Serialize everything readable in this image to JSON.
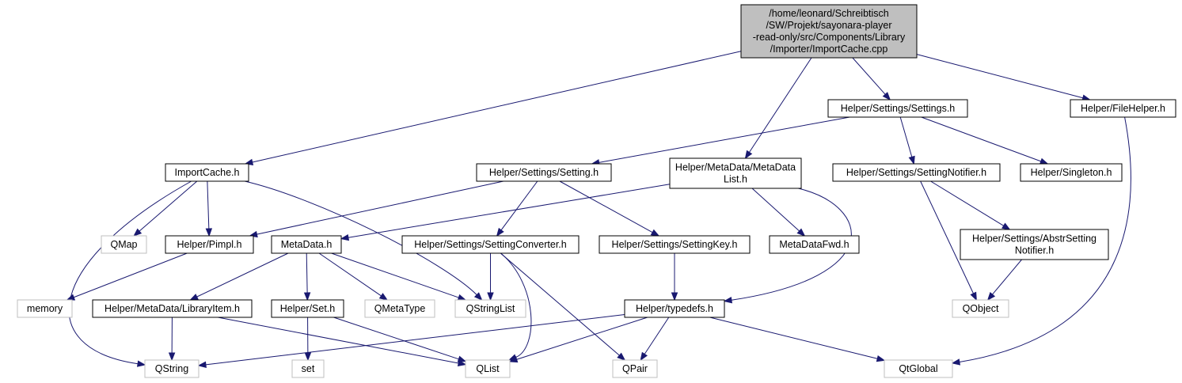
{
  "graph": {
    "nodes": [
      {
        "id": "root",
        "lines": [
          "/home/leonard/Schreibtisch",
          "/SW/Projekt/sayonara-player",
          "-read-only/src/Components/Library",
          "/Importer/ImportCache.cpp"
        ],
        "kind": "root"
      },
      {
        "id": "importcache_h",
        "lines": [
          "ImportCache.h"
        ],
        "kind": "real"
      },
      {
        "id": "metadatalist_h",
        "lines": [
          "Helper/MetaData/MetaData",
          "List.h"
        ],
        "kind": "real"
      },
      {
        "id": "settings_h",
        "lines": [
          "Helper/Settings/Settings.h"
        ],
        "kind": "real"
      },
      {
        "id": "filehelper_h",
        "lines": [
          "Helper/FileHelper.h"
        ],
        "kind": "real"
      },
      {
        "id": "setting_h",
        "lines": [
          "Helper/Settings/Setting.h"
        ],
        "kind": "real"
      },
      {
        "id": "settingnotifier_h",
        "lines": [
          "Helper/Settings/SettingNotifier.h"
        ],
        "kind": "real"
      },
      {
        "id": "singleton_h",
        "lines": [
          "Helper/Singleton.h"
        ],
        "kind": "real"
      },
      {
        "id": "qmap",
        "lines": [
          "QMap"
        ],
        "kind": "ext"
      },
      {
        "id": "pimpl_h",
        "lines": [
          "Helper/Pimpl.h"
        ],
        "kind": "real"
      },
      {
        "id": "metadata_h",
        "lines": [
          "MetaData.h"
        ],
        "kind": "real"
      },
      {
        "id": "settingconverter_h",
        "lines": [
          "Helper/Settings/SettingConverter.h"
        ],
        "kind": "real"
      },
      {
        "id": "settingkey_h",
        "lines": [
          "Helper/Settings/SettingKey.h"
        ],
        "kind": "real"
      },
      {
        "id": "metadatafwd_h",
        "lines": [
          "MetaDataFwd.h"
        ],
        "kind": "real"
      },
      {
        "id": "abstrsettingnotifier_h",
        "lines": [
          "Helper/Settings/AbstrSetting",
          "Notifier.h"
        ],
        "kind": "real"
      },
      {
        "id": "memory",
        "lines": [
          "memory"
        ],
        "kind": "ext"
      },
      {
        "id": "libraryitem_h",
        "lines": [
          "Helper/MetaData/LibraryItem.h"
        ],
        "kind": "real"
      },
      {
        "id": "set_h",
        "lines": [
          "Helper/Set.h"
        ],
        "kind": "real"
      },
      {
        "id": "qmetatype",
        "lines": [
          "QMetaType"
        ],
        "kind": "ext"
      },
      {
        "id": "qstringlist",
        "lines": [
          "QStringList"
        ],
        "kind": "ext"
      },
      {
        "id": "typedefs_h",
        "lines": [
          "Helper/typedefs.h"
        ],
        "kind": "real"
      },
      {
        "id": "qobject",
        "lines": [
          "QObject"
        ],
        "kind": "ext"
      },
      {
        "id": "qstring",
        "lines": [
          "QString"
        ],
        "kind": "ext"
      },
      {
        "id": "set",
        "lines": [
          "set"
        ],
        "kind": "ext"
      },
      {
        "id": "qlist",
        "lines": [
          "QList"
        ],
        "kind": "ext"
      },
      {
        "id": "qpair",
        "lines": [
          "QPair"
        ],
        "kind": "ext"
      },
      {
        "id": "qtglobal",
        "lines": [
          "QtGlobal"
        ],
        "kind": "ext"
      }
    ],
    "edges": [
      [
        "root",
        "importcache_h"
      ],
      [
        "root",
        "metadatalist_h"
      ],
      [
        "root",
        "settings_h"
      ],
      [
        "root",
        "filehelper_h"
      ],
      [
        "importcache_h",
        "qmap"
      ],
      [
        "importcache_h",
        "pimpl_h"
      ],
      [
        "importcache_h",
        "qstringlist"
      ],
      [
        "importcache_h",
        "qstring"
      ],
      [
        "settings_h",
        "setting_h"
      ],
      [
        "settings_h",
        "settingnotifier_h"
      ],
      [
        "settings_h",
        "singleton_h"
      ],
      [
        "filehelper_h",
        "qtglobal"
      ],
      [
        "setting_h",
        "pimpl_h"
      ],
      [
        "setting_h",
        "settingconverter_h"
      ],
      [
        "setting_h",
        "settingkey_h"
      ],
      [
        "metadatalist_h",
        "metadata_h"
      ],
      [
        "metadatalist_h",
        "metadatafwd_h"
      ],
      [
        "metadatalist_h",
        "typedefs_h"
      ],
      [
        "settingnotifier_h",
        "abstrsettingnotifier_h"
      ],
      [
        "settingnotifier_h",
        "qobject"
      ],
      [
        "abstrsettingnotifier_h",
        "qobject"
      ],
      [
        "pimpl_h",
        "memory"
      ],
      [
        "metadata_h",
        "libraryitem_h"
      ],
      [
        "metadata_h",
        "set_h"
      ],
      [
        "metadata_h",
        "qmetatype"
      ],
      [
        "metadata_h",
        "qstringlist"
      ],
      [
        "settingconverter_h",
        "qstringlist"
      ],
      [
        "settingconverter_h",
        "qlist"
      ],
      [
        "settingconverter_h",
        "qpair"
      ],
      [
        "settingkey_h",
        "typedefs_h"
      ],
      [
        "libraryitem_h",
        "qstring"
      ],
      [
        "libraryitem_h",
        "qlist"
      ],
      [
        "set_h",
        "set"
      ],
      [
        "set_h",
        "qlist"
      ],
      [
        "typedefs_h",
        "qstring"
      ],
      [
        "typedefs_h",
        "qlist"
      ],
      [
        "typedefs_h",
        "qpair"
      ],
      [
        "typedefs_h",
        "qtglobal"
      ]
    ]
  }
}
